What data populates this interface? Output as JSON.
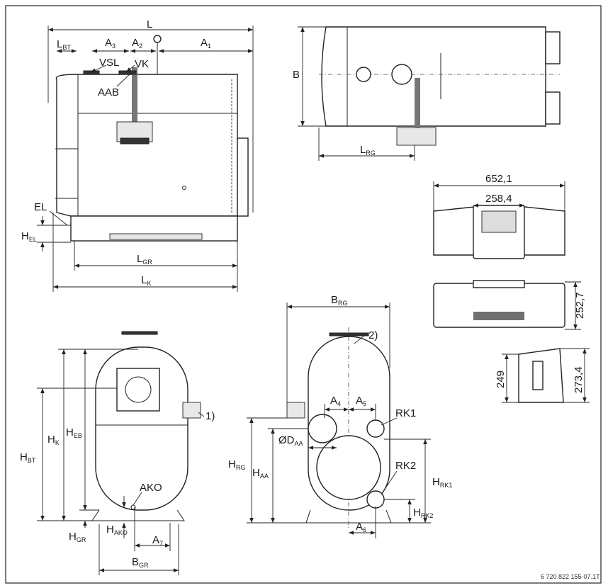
{
  "labels": {
    "L": {
      "main": "L",
      "sub": ""
    },
    "LBT": {
      "main": "L",
      "sub": "BT"
    },
    "A3": {
      "main": "A",
      "sub": "3"
    },
    "A2": {
      "main": "A",
      "sub": "2"
    },
    "A1": {
      "main": "A",
      "sub": "1"
    },
    "VSL": {
      "main": "VSL",
      "sub": ""
    },
    "VK": {
      "main": "VK",
      "sub": ""
    },
    "AAB": {
      "main": "AAB",
      "sub": ""
    },
    "EL": {
      "main": "EL",
      "sub": ""
    },
    "HEL": {
      "main": "H",
      "sub": "EL"
    },
    "LGR": {
      "main": "L",
      "sub": "GR"
    },
    "LK": {
      "main": "L",
      "sub": "K"
    },
    "B": {
      "main": "B",
      "sub": ""
    },
    "LRG": {
      "main": "L",
      "sub": "RG"
    },
    "W652": {
      "main": "652,1",
      "sub": ""
    },
    "W258": {
      "main": "258,4",
      "sub": ""
    },
    "H252": {
      "main": "252,7",
      "sub": ""
    },
    "H249": {
      "main": "249",
      "sub": ""
    },
    "H273": {
      "main": "273,4",
      "sub": ""
    },
    "BRG": {
      "main": "B",
      "sub": "RG"
    },
    "N2": {
      "main": "2)",
      "sub": ""
    },
    "A4": {
      "main": "A",
      "sub": "4"
    },
    "A5": {
      "main": "A",
      "sub": "5"
    },
    "RK1": {
      "main": "RK1",
      "sub": ""
    },
    "DAA": {
      "main": "ØD",
      "sub": "AA"
    },
    "HRG": {
      "main": "H",
      "sub": "RG"
    },
    "HAA": {
      "main": "H",
      "sub": "AA"
    },
    "RK2": {
      "main": "RK2",
      "sub": ""
    },
    "HRK1": {
      "main": "H",
      "sub": "RK1"
    },
    "HRK2": {
      "main": "H",
      "sub": "RK2"
    },
    "A6": {
      "main": "A",
      "sub": "6"
    },
    "AKO": {
      "main": "AKO",
      "sub": ""
    },
    "N1": {
      "main": "1)",
      "sub": ""
    },
    "HK": {
      "main": "H",
      "sub": "K"
    },
    "HEB": {
      "main": "H",
      "sub": "EB"
    },
    "HBT": {
      "main": "H",
      "sub": "BT"
    },
    "HGR": {
      "main": "H",
      "sub": "GR"
    },
    "HAKO": {
      "main": "H",
      "sub": "AKO"
    },
    "A7": {
      "main": "A",
      "sub": "7"
    },
    "BGR": {
      "main": "B",
      "sub": "GR"
    }
  },
  "footer": {
    "code": "6 720 822 155-07.1T"
  }
}
